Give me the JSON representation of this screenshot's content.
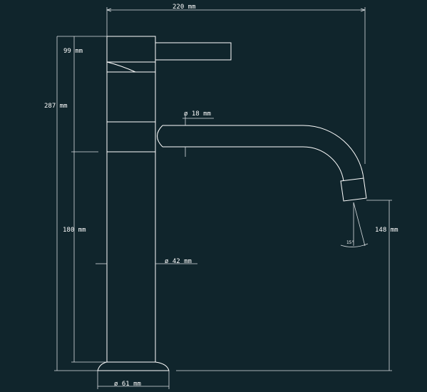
{
  "colors": {
    "background": "#10252c",
    "line": "#ffffff"
  },
  "dimensions": {
    "width_overall": "220 mm",
    "height_lever": "99 mm",
    "height_total": "287 mm",
    "height_body": "180 mm",
    "spout_diameter": "ø 18 mm",
    "body_diameter": "ø 42 mm",
    "base_diameter": "ø 61 mm",
    "spout_height": "148 mm",
    "angle": "15°"
  }
}
